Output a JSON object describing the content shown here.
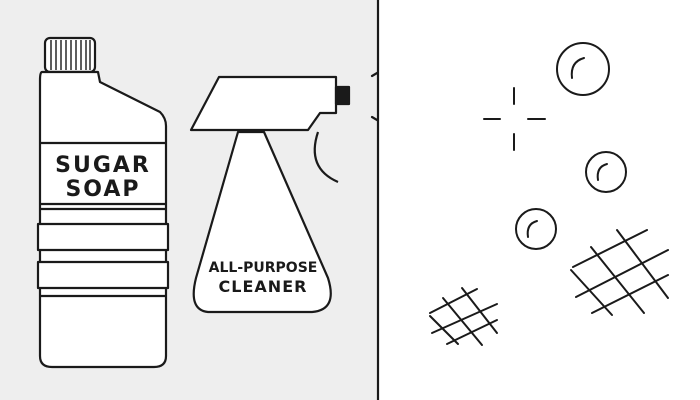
{
  "illustration": {
    "bottle": {
      "label_line1": "SUGAR",
      "label_line2": "SOAP"
    },
    "spray": {
      "label_line1": "ALL-PURPOSE",
      "label_line2": "CLEANER"
    }
  },
  "colors": {
    "background": "#eeeeee",
    "panel": "#ffffff",
    "stroke": "#1a1a1a"
  }
}
